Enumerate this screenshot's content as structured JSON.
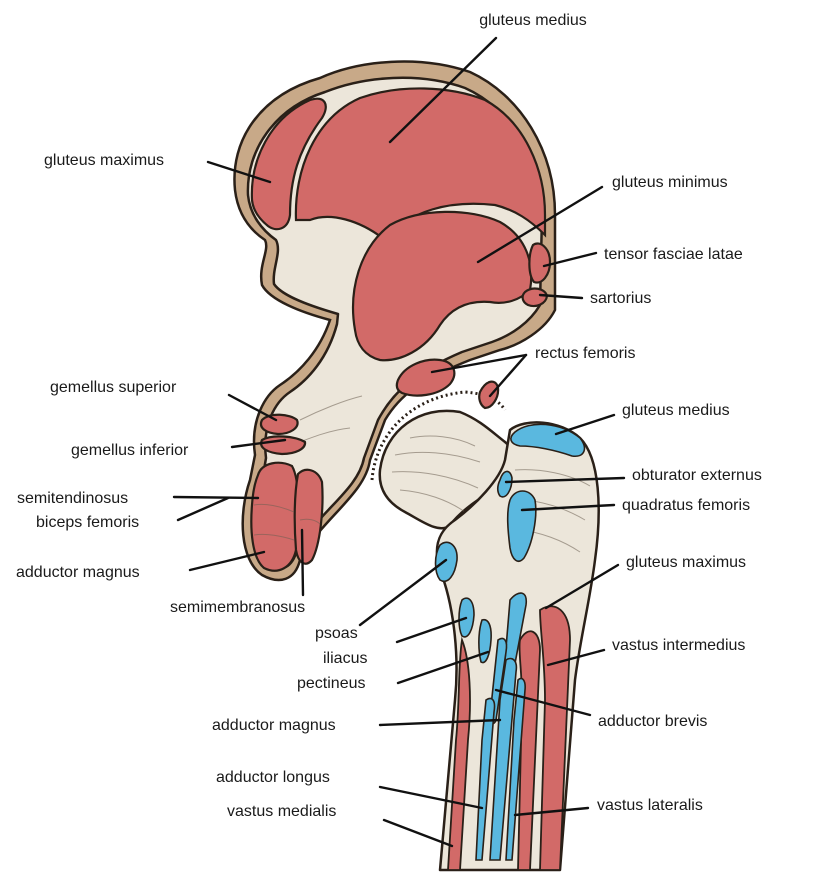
{
  "labels": {
    "gluteus_medius_ilium": "gluteus medius",
    "gluteus_maximus_ilium": "gluteus maximus",
    "gluteus_minimus": "gluteus minimus",
    "tensor_fasciae_latae": "tensor fasciae latae",
    "sartorius": "sartorius",
    "rectus_femoris": "rectus femoris",
    "gemellus_superior": "gemellus superior",
    "gemellus_inferior": "gemellus inferior",
    "semitendinosus": "semitendinosus",
    "biceps_femoris": "biceps femoris",
    "adductor_magnus_pelvis": "adductor magnus",
    "semimembranosus": "semimembranosus",
    "gluteus_medius_femur": "gluteus medius",
    "obturator_externus": "obturator externus",
    "quadratus_femoris": "quadratus femoris",
    "gluteus_maximus_femur": "gluteus maximus",
    "psoas": "psoas",
    "iliacus": "iliacus",
    "pectineus": "pectineus",
    "vastus_intermedius": "vastus intermedius",
    "adductor_magnus_femur": "adductor magnus",
    "adductor_brevis": "adductor brevis",
    "adductor_longus": "adductor longus",
    "vastus_medialis": "vastus medialis",
    "vastus_lateralis": "vastus lateralis"
  },
  "colors": {
    "muscle_origin": "#d26a68",
    "muscle_insertion": "#5ab8df",
    "bone": "#ece6da",
    "bone_rim": "#c8a988"
  }
}
